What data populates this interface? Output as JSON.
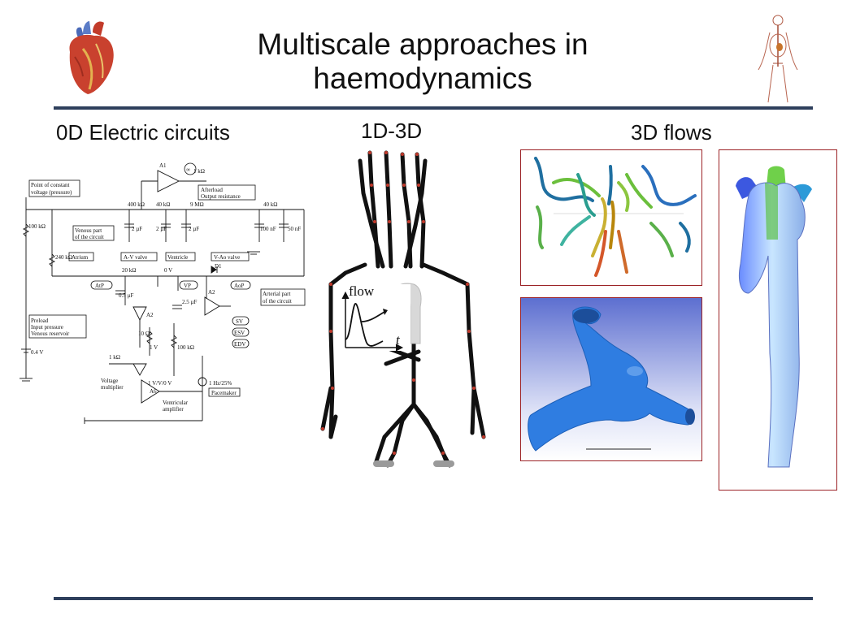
{
  "slide": {
    "title_line1": "Multiscale approaches in",
    "title_line2": "haemodynamics"
  },
  "sections": {
    "zero_d": "0D Electric circuits",
    "one_three_d": "1D-3D",
    "three_d": "3D flows"
  },
  "circuit": {
    "labels": {
      "point_const": "Point of constant",
      "voltage_pressure": "voltage (pressure)",
      "venous_part1": "Venous part",
      "venous_part2": "of the circuit",
      "afterload1": "Afterload",
      "afterload2": "Output resistance",
      "atrium": "Atrium",
      "av_valve": "A-V valve",
      "ventricle": "Ventricle",
      "vao_valve": "V-Ao valve",
      "arterial1": "Arterial part",
      "arterial2": "of the circuit",
      "preload1": "Preload",
      "preload2": "Input pressure",
      "preload3": "Venous reservoir",
      "voltage_mult1": "Voltage",
      "voltage_mult2": "multiplier",
      "vent_amp1": "Ventricular",
      "vent_amp2": "amplifier",
      "pacemaker": "Pacemaker",
      "atp": "AtP",
      "vp": "VP",
      "aop": "AoP",
      "sv": "SV",
      "esv": "ESV",
      "edv": "EDV"
    },
    "components": {
      "a1": "A1",
      "a2": "A2",
      "a2b": "A2",
      "a6": "A6",
      "d1": "D1",
      "inf": "∞",
      "r_1k_top": "1 kΩ",
      "r_400k": "400 kΩ",
      "r_40k": "40 kΩ",
      "r_9m": "9 MΩ",
      "r_40k_right": "40 kΩ",
      "r_100k_left": "100 kΩ",
      "r_240k": "240 kΩ",
      "c_2uf_1": "2 µF",
      "c_2uf_2": "2 µF",
      "c_2uf_3": "2 µF",
      "c_100nf": "100 nF",
      "c_50nf": "50 nF",
      "r_20k": "20 kΩ",
      "v_0v": "0 V",
      "c_05uf": "0.5 µF",
      "c_25uf": "2.5 µF",
      "r_10k": "10 Ω",
      "v_1v": "1 V",
      "r_100k_mid": "100 kΩ",
      "r_1k_bottom": "1 kΩ",
      "v_04v": "0.4 V",
      "v_ratio": "1 V/V/0 V",
      "hz": "1 Hz/25%"
    }
  },
  "plot_1d3d": {
    "ylabel": "flow",
    "xlabel": "t"
  },
  "colors": {
    "rule": "#2e3f5c",
    "frame": "#9b2226",
    "node": "#c0392b",
    "aneurysm": "#2f7de1"
  }
}
